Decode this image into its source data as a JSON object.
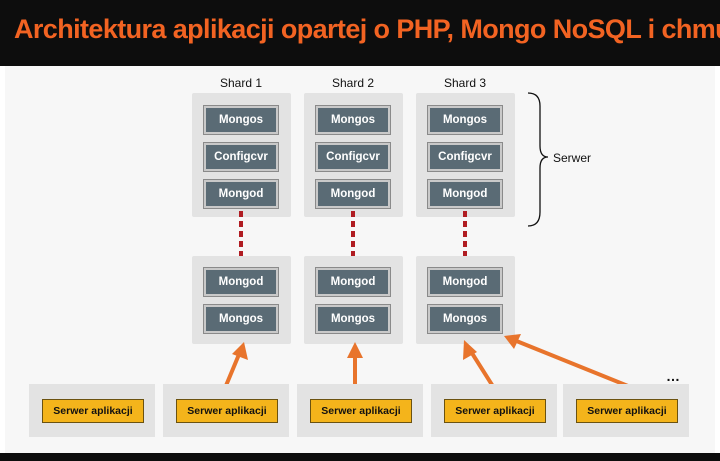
{
  "title": "Architektura aplikacji opartej o PHP, Mongo NoSQL i chmurę",
  "shards": [
    {
      "label": "Shard 1",
      "server": [
        "Mongos",
        "Configcvr",
        "Mongod"
      ],
      "router": [
        "Mongod",
        "Mongos"
      ]
    },
    {
      "label": "Shard 2",
      "server": [
        "Mongos",
        "Configcvr",
        "Mongod"
      ],
      "router": [
        "Mongod",
        "Mongos"
      ]
    },
    {
      "label": "Shard 3",
      "server": [
        "Mongos",
        "Configcvr",
        "Mongod"
      ],
      "router": [
        "Mongod",
        "Mongos"
      ]
    }
  ],
  "server_brace_label": "Serwer",
  "app_servers": [
    "Serwer aplikacji",
    "Serwer aplikacji",
    "Serwer aplikacji",
    "Serwer aplikacji",
    "Serwer aplikacji"
  ],
  "ellipsis": "…",
  "colors": {
    "title": "#f26322",
    "process_box": "#5a6b75",
    "app_box": "#f4b41b",
    "dash": "#b01c22",
    "arrow": "#e8742c"
  }
}
